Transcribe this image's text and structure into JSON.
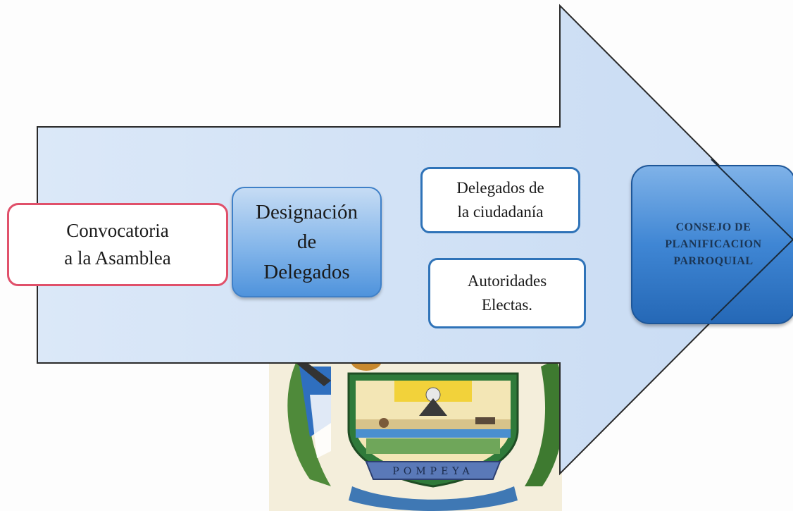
{
  "nodes": {
    "convocatoria": "Convocatoria\na la Asamblea",
    "designacion": "Designación\nde\nDelegados",
    "delegados_ciudadania": "Delegados de\nla ciudadanía",
    "autoridades_electas": "Autoridades\nElectas.",
    "consejo": "CONSEJO DE\nPLANIFICACION\nPARROQUIAL"
  },
  "emblem": {
    "banner_text": "POMPEYA"
  },
  "colors": {
    "arrow_fill": "#d4e4f7",
    "convocatoria_border": "#e0506a",
    "box_border": "#2f73b8",
    "designacion_fill": "#84b6ea",
    "consejo_fill": "#3f86d4"
  }
}
